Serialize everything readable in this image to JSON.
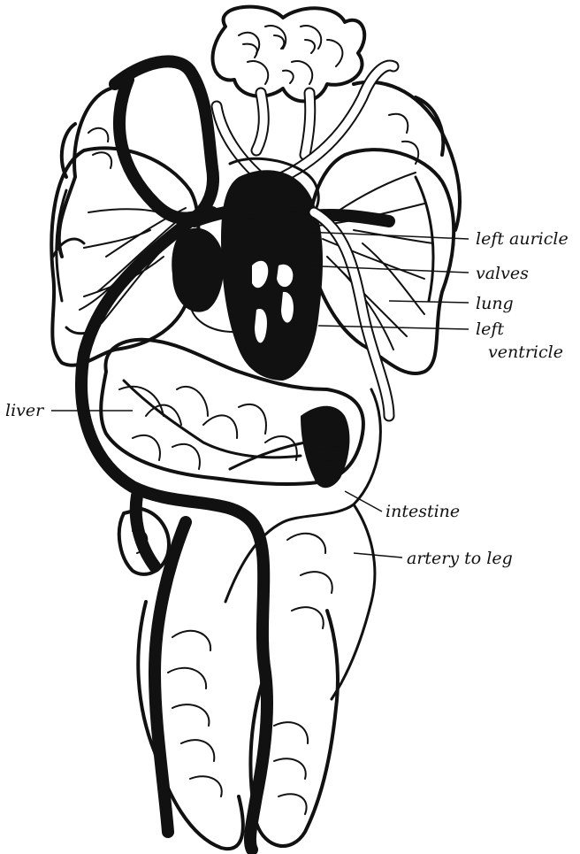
{
  "labels": {
    "left_auricle": "left auricle",
    "valves": "valves",
    "lung": "lung",
    "left_ventricle_line1": "left",
    "left_ventricle_line2": "ventricle",
    "liver": "liver",
    "intestine": "intestine",
    "artery_to_leg": "artery to leg"
  },
  "colors": {
    "ink": "#111111",
    "paper": "#ffffff"
  }
}
